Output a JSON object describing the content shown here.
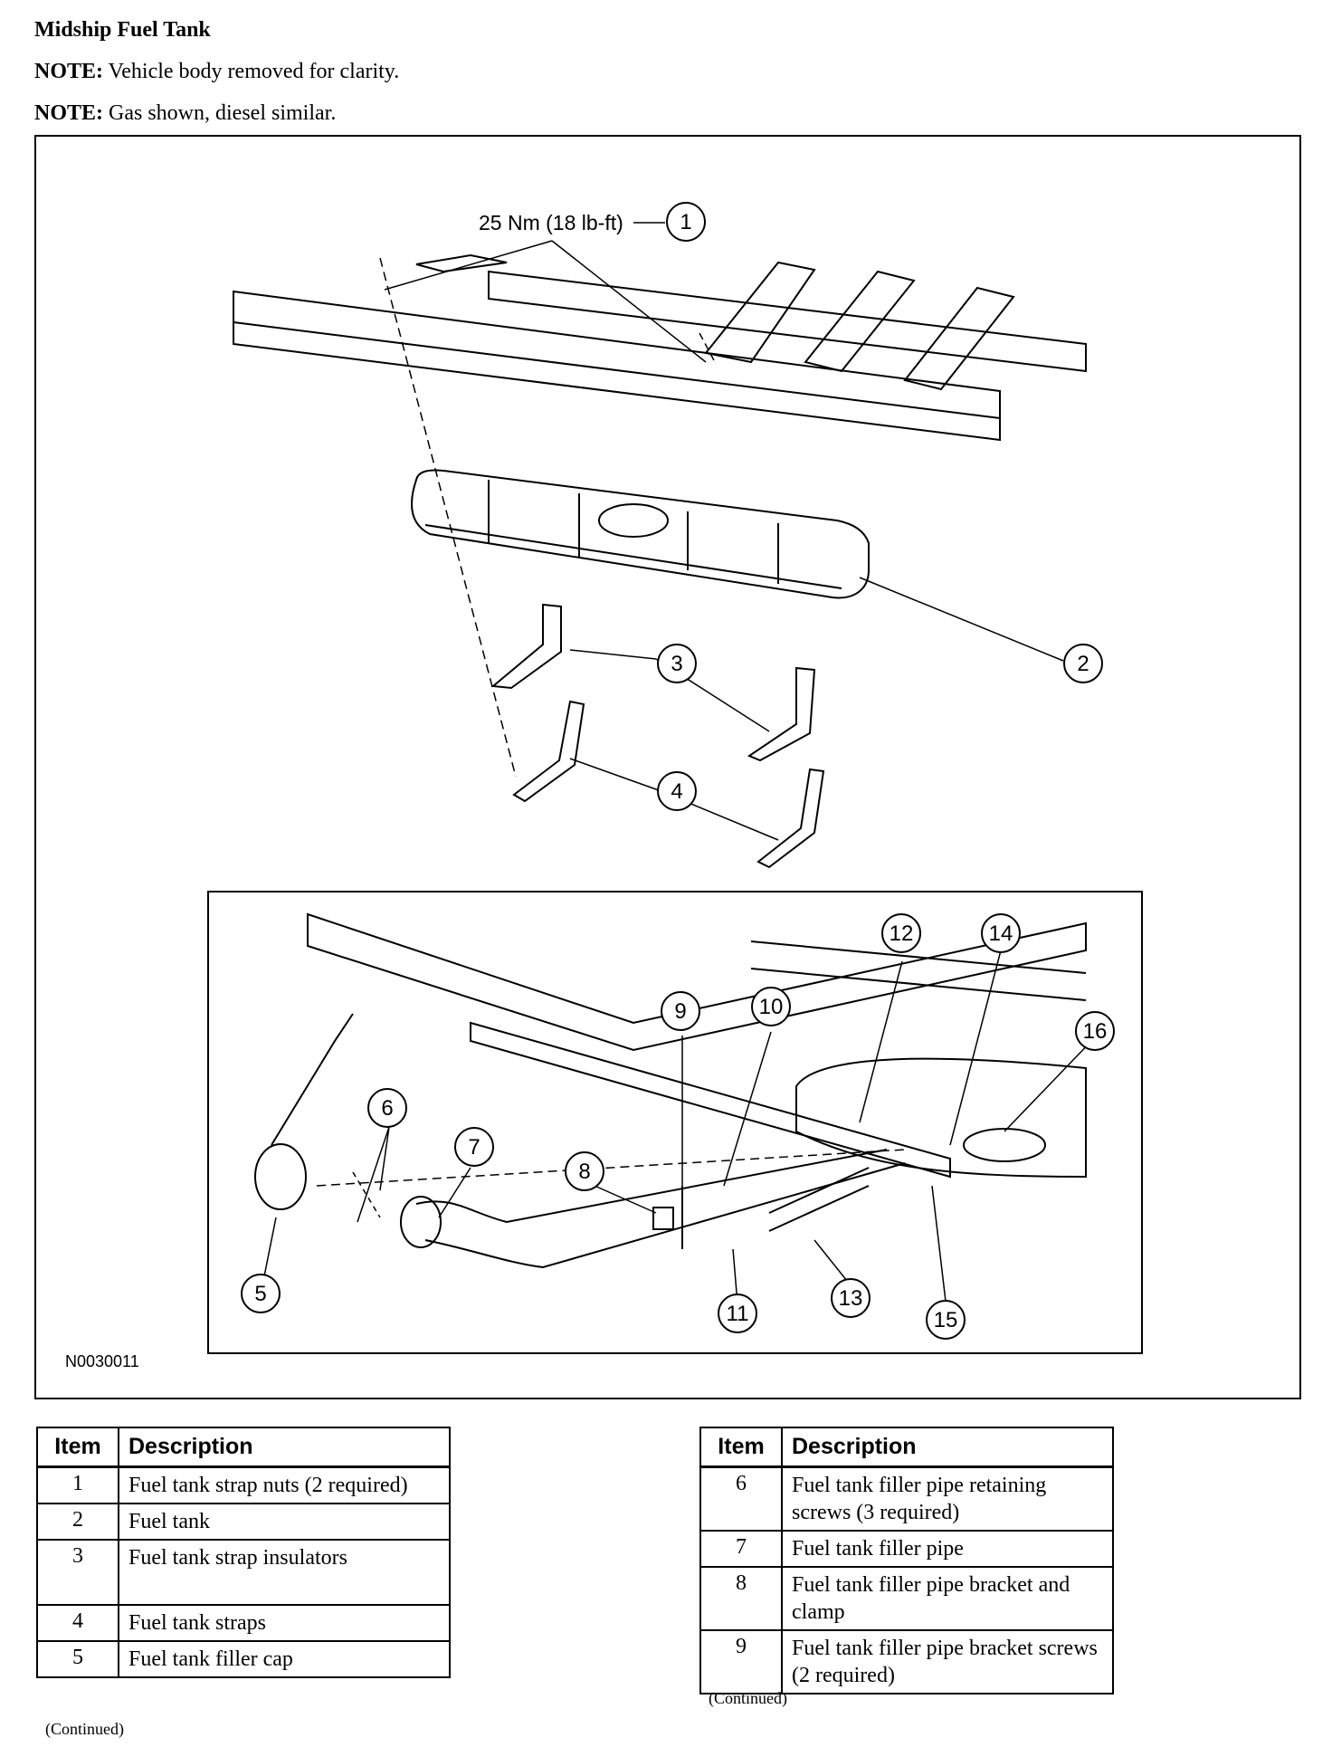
{
  "title": "Midship Fuel Tank",
  "notes": [
    {
      "label": "NOTE:",
      "text": " Vehicle body removed for clarity."
    },
    {
      "label": "NOTE:",
      "text": " Gas shown, diesel similar."
    }
  ],
  "figure": {
    "torque_spec": "25 Nm (18 lb-ft)",
    "figure_id": "N0030011",
    "callouts": [
      "1",
      "2",
      "3",
      "4",
      "5",
      "6",
      "7",
      "8",
      "9",
      "10",
      "11",
      "12",
      "13",
      "14",
      "15",
      "16"
    ]
  },
  "table_left": {
    "headers": {
      "item": "Item",
      "description": "Description"
    },
    "rows": [
      {
        "item": "1",
        "description": "Fuel tank strap nuts (2 required)"
      },
      {
        "item": "2",
        "description": "Fuel tank"
      },
      {
        "item": "3",
        "description": "Fuel tank strap insulators"
      },
      {
        "item": "4",
        "description": "Fuel tank straps"
      },
      {
        "item": "5",
        "description": "Fuel tank filler cap"
      }
    ],
    "continued": "(Continued)"
  },
  "table_right": {
    "headers": {
      "item": "Item",
      "description": "Description"
    },
    "rows": [
      {
        "item": "6",
        "description": "Fuel tank filler pipe retaining screws (3 required)"
      },
      {
        "item": "7",
        "description": "Fuel tank filler pipe"
      },
      {
        "item": "8",
        "description": "Fuel tank filler pipe bracket and clamp"
      },
      {
        "item": "9",
        "description": "Fuel tank filler pipe bracket screws (2 required)"
      }
    ],
    "continued": "(Continued)"
  }
}
